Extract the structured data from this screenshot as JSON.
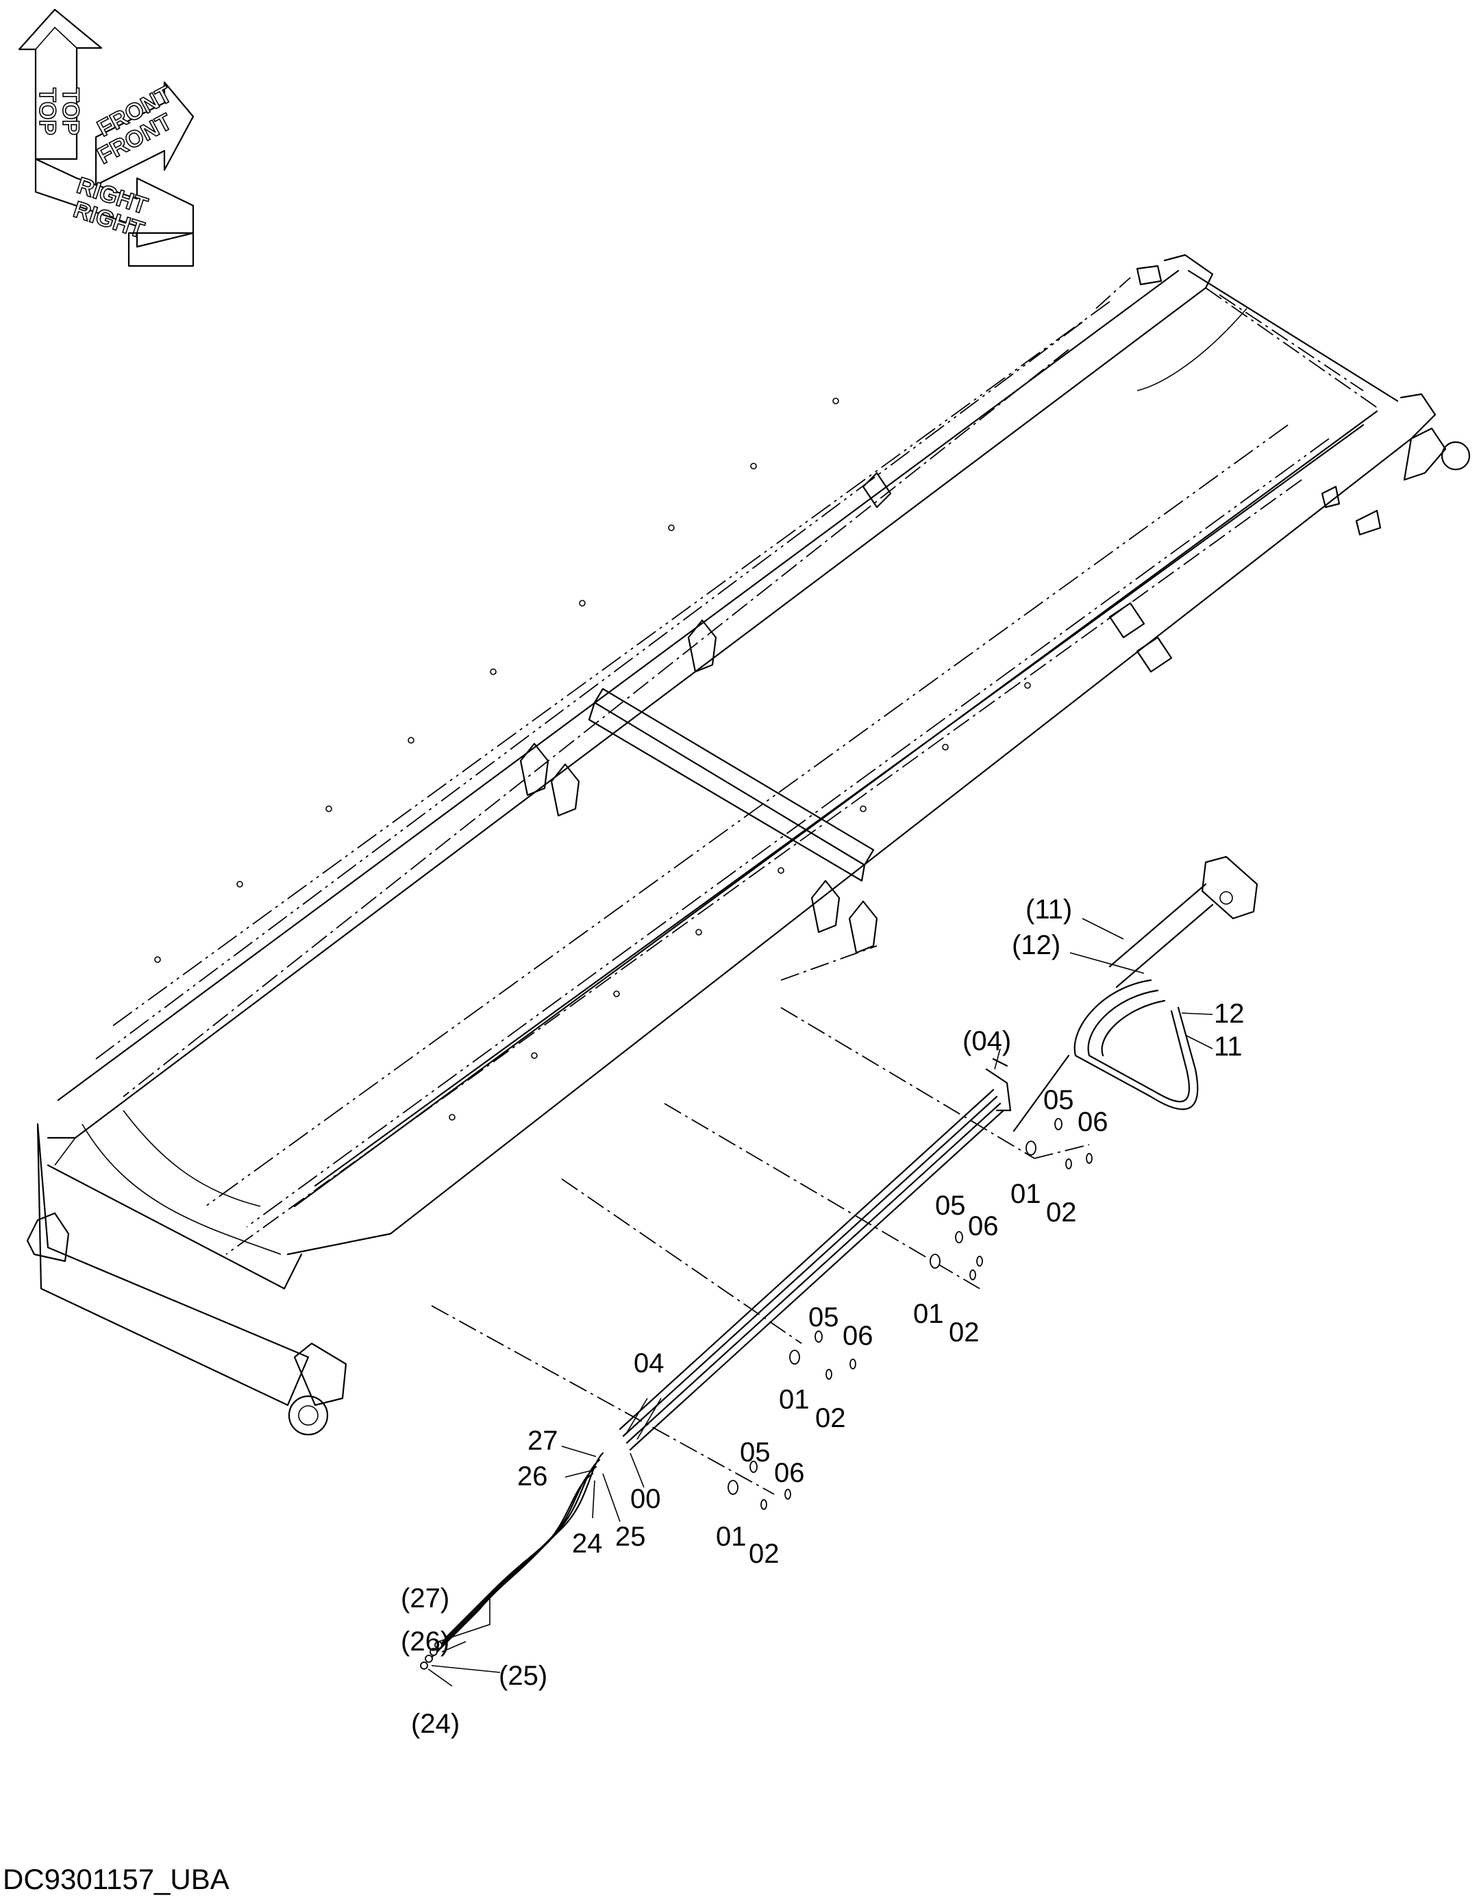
{
  "orientation": {
    "top_label": "TOP",
    "front_label": "FRONT",
    "right_label": "RIGHT"
  },
  "callouts": {
    "c11_paren": "(11)",
    "c12_paren": "(12)",
    "c12": "12",
    "c11": "11",
    "c04_paren": "(04)",
    "c05_a": "05",
    "c06_a": "06",
    "c01_a": "01",
    "c02_a": "02",
    "c05_b": "05",
    "c06_b": "06",
    "c01_b": "01",
    "c02_b": "02",
    "c05_c": "05",
    "c06_c": "06",
    "c01_c": "01",
    "c02_c": "02",
    "c05_d": "05",
    "c06_d": "06",
    "c01_d": "01",
    "c02_d": "02",
    "c04": "04",
    "c00": "00",
    "c27": "27",
    "c26": "26",
    "c24": "24",
    "c25": "25",
    "c27_paren": "(27)",
    "c26_paren": "(26)",
    "c25_paren": "(25)",
    "c24_paren": "(24)"
  },
  "drawing_code": "DC9301157_UBA"
}
